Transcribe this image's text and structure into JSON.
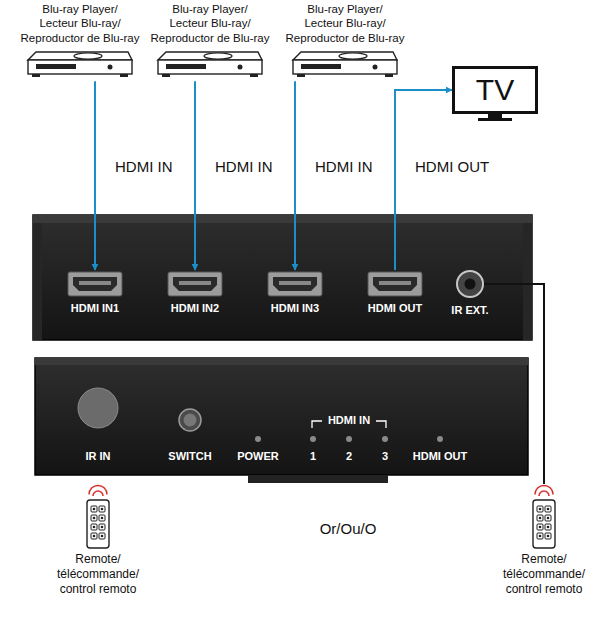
{
  "diagram": {
    "nodes": [
      {
        "text": [
          "Blu-ray Player/ Lecteur Blu-ray/ Reproductor de Blu-ray"
        ]
      },
      {
        "text": [
          "Blu-ray Player/ Lecteur Blu-ray/ Reproductor de Blu-ray"
        ]
      },
      {
        "text": [
          "Blu-ray Player/ Lecteur Blu-ray/ Reproductor de Blu-ray"
        ]
      },
      {
        "text": [
          "TV"
        ]
      },
      {
        "text": [
          "HDMI IN1"
        ]
      },
      {
        "text": [
          "HDMI IN2"
        ]
      },
      {
        "text": [
          "HDMI IN3"
        ]
      },
      {
        "text": [
          "HDMI OUT"
        ]
      },
      {
        "text": [
          "IR EXT."
        ]
      },
      {
        "text": [
          "Remote/ télécommande/ control remoto"
        ]
      },
      {
        "text": [
          "Remote/ télécommande/ control remoto"
        ]
      }
    ],
    "edges": [
      {
        "from": 0,
        "to": 4,
        "arrow": "to",
        "label": "HDMI IN"
      },
      {
        "from": 1,
        "to": 5,
        "arrow": "to",
        "label": "HDMI IN"
      },
      {
        "from": 2,
        "to": 6,
        "arrow": "to",
        "label": "HDMI IN"
      },
      {
        "from": 7,
        "to": 3,
        "arrow": "to",
        "label": "HDMI OUT"
      },
      {
        "from": 8,
        "to": 10,
        "arrow": "none"
      }
    ],
    "labels": [
      "IR IN",
      "SWITCH",
      "POWER",
      "HDMI IN",
      "1",
      "2",
      "3",
      "HDMI OUT",
      "Or/Ou/O"
    ]
  }
}
